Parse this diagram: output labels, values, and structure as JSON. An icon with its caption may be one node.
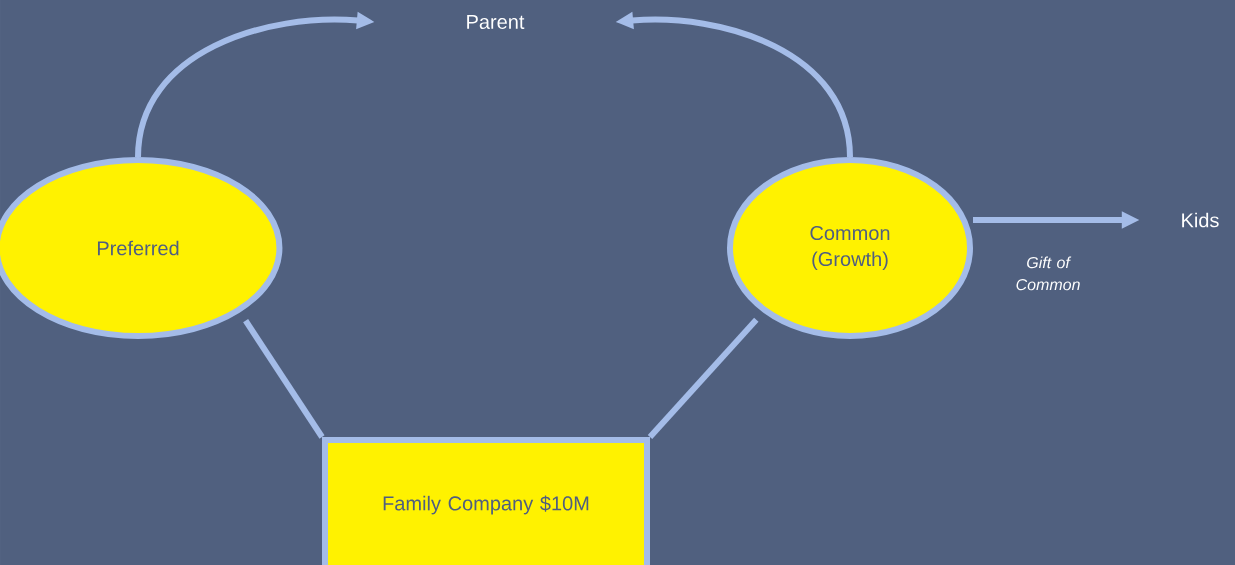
{
  "diagram": {
    "nodes": [
      {
        "text": [
          "Parent"
        ]
      },
      {
        "text": [
          "Preferred"
        ]
      },
      {
        "text": [
          "Common (Growth)"
        ]
      },
      {
        "text": [
          "Kids"
        ]
      },
      {
        "text": [
          "Family Company $10M"
        ]
      }
    ],
    "edges": [
      {
        "from": 1,
        "to": 0,
        "arrow": "to"
      },
      {
        "from": 2,
        "to": 0,
        "arrow": "to"
      },
      {
        "from": 2,
        "to": 3,
        "arrow": "to",
        "label": "Gift of Common"
      },
      {
        "from": 4,
        "to": 1,
        "arrow": "none"
      },
      {
        "from": 4,
        "to": 2,
        "arrow": "none"
      }
    ]
  }
}
